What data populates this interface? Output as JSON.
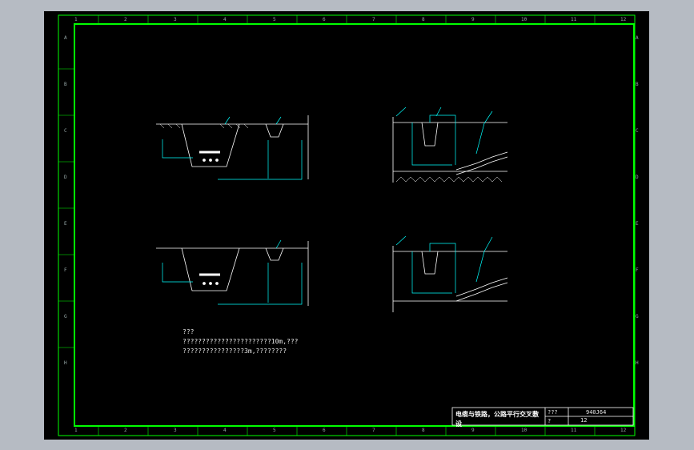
{
  "drawing": {
    "notes": {
      "line1": "???",
      "line2": "???????????????????????10m,???",
      "line3": "????????????????3m,????????"
    },
    "title_block": {
      "title": "电缆与铁路，公路平行交叉敷设",
      "field1_label": "???",
      "drawing_no": "940J64",
      "field2_label": "?",
      "sheet": "12"
    },
    "ruler": {
      "cols": [
        "1",
        "2",
        "3",
        "4",
        "5",
        "6",
        "7",
        "8",
        "9",
        "10",
        "11",
        "12"
      ],
      "rows": [
        "A",
        "B",
        "C",
        "D",
        "E",
        "F",
        "G",
        "H"
      ]
    },
    "colors": {
      "background": "#000000",
      "frame": "#00ff00",
      "leader": "#00ffff",
      "geometry": "#ffffff",
      "window": "#b6bbc3"
    }
  }
}
